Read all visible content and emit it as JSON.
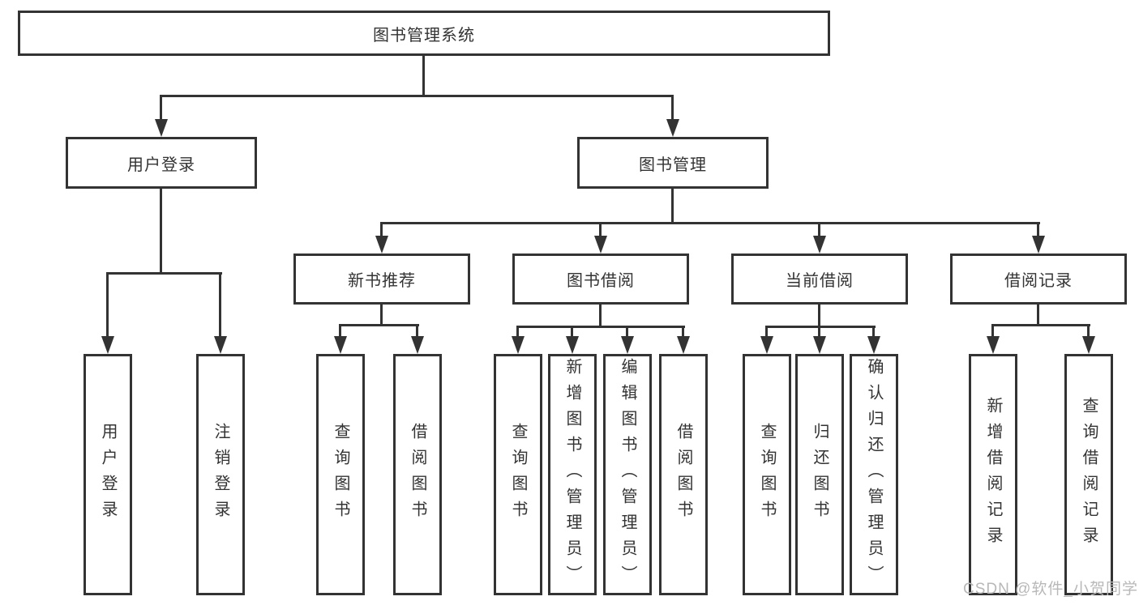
{
  "diagram": {
    "title": "图书管理系统",
    "colors": {
      "line": "#333333",
      "text": "#333333",
      "background": "#ffffff",
      "watermark": "#b8b8b8"
    },
    "tree": {
      "label": "图书管理系统",
      "children": [
        {
          "label": "用户登录",
          "children": [
            {
              "label": "用户登录"
            },
            {
              "label": "注销登录"
            }
          ]
        },
        {
          "label": "图书管理",
          "children": [
            {
              "label": "新书推荐",
              "children": [
                {
                  "label": "查询图书"
                },
                {
                  "label": "借阅图书"
                }
              ]
            },
            {
              "label": "图书借阅",
              "children": [
                {
                  "label": "查询图书"
                },
                {
                  "label": "新增图书（管理员）"
                },
                {
                  "label": "编辑图书（管理员）"
                },
                {
                  "label": "借阅图书"
                }
              ]
            },
            {
              "label": "当前借阅",
              "children": [
                {
                  "label": "查询图书"
                },
                {
                  "label": "归还图书"
                },
                {
                  "label": "确认归还（管理员）"
                }
              ]
            },
            {
              "label": "借阅记录",
              "children": [
                {
                  "label": "新增借阅记录"
                },
                {
                  "label": "查询借阅记录"
                }
              ]
            }
          ]
        }
      ]
    }
  },
  "watermark": {
    "text": "CSDN @软件_小贺同学"
  }
}
